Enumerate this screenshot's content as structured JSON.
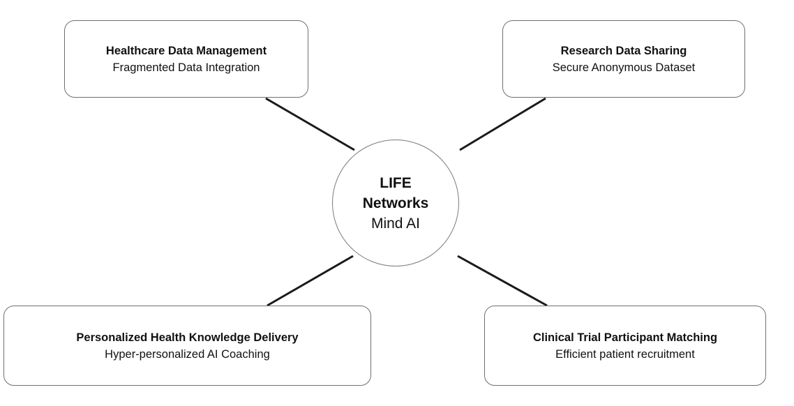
{
  "hub": {
    "line1": "LIFE",
    "line2": "Networks",
    "line3": "Mind AI"
  },
  "nodes": [
    {
      "title": "Healthcare Data Management",
      "subtitle": "Fragmented Data Integration"
    },
    {
      "title": "Research Data Sharing",
      "subtitle": "Secure Anonymous Dataset"
    },
    {
      "title": "Personalized Health Knowledge Delivery",
      "subtitle": "Hyper-personalized AI Coaching"
    },
    {
      "title": "Clinical Trial Participant Matching",
      "subtitle": "Efficient patient recruitment"
    }
  ],
  "colors": {
    "line": "#1a1a1a",
    "border": "#6f6f6f",
    "background": "#ffffff",
    "text": "#111111"
  }
}
